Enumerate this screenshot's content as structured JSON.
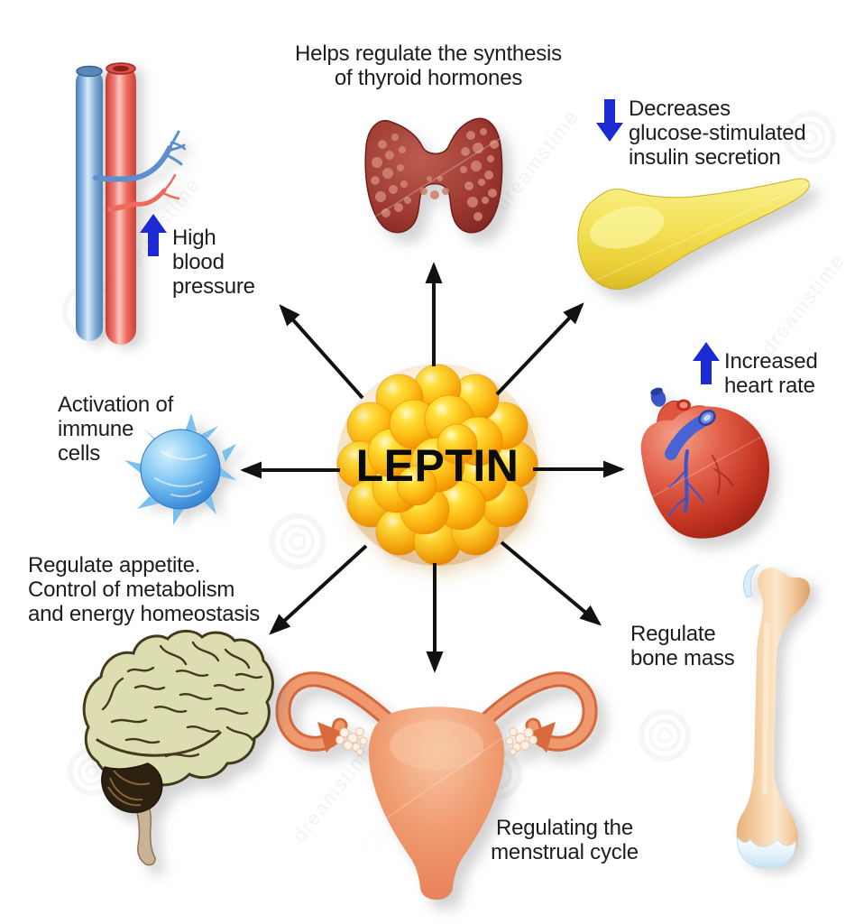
{
  "center": {
    "label": "LEPTIN",
    "icon": "fat-cell-cluster"
  },
  "effects": [
    {
      "id": "thyroid",
      "organ": "thyroid-gland",
      "direction": "up",
      "lines": [
        "Helps regulate the synthesis",
        "of thyroid hormones"
      ]
    },
    {
      "id": "pancreas",
      "organ": "pancreas",
      "direction": "up-right",
      "indicator": "decrease",
      "lines": [
        "Decreases",
        "glucose-stimulated",
        "insulin secretion"
      ]
    },
    {
      "id": "heart",
      "organ": "heart",
      "direction": "right",
      "indicator": "increase",
      "lines": [
        "Increased",
        "heart rate"
      ]
    },
    {
      "id": "bone",
      "organ": "femur-bone",
      "direction": "down-right",
      "lines": [
        "Regulate",
        "bone mass"
      ]
    },
    {
      "id": "uterus",
      "organ": "uterus",
      "direction": "down",
      "lines": [
        "Regulating the",
        "menstrual cycle"
      ]
    },
    {
      "id": "brain",
      "organ": "brain",
      "direction": "down-left",
      "lines": [
        "Regulate appetite.",
        "Control of metabolism",
        "and energy homeostasis"
      ]
    },
    {
      "id": "immune",
      "organ": "immune-cell",
      "direction": "left",
      "lines": [
        "Activation of",
        "immune",
        "cells"
      ]
    },
    {
      "id": "vessels",
      "organ": "blood-vessels",
      "direction": "up-left",
      "indicator": "increase",
      "lines": [
        "High",
        "blood",
        "pressure"
      ]
    }
  ],
  "colors": {
    "background": "#ffffff",
    "text": "#1d1d1b",
    "radial_arrow": "#111111",
    "indicator_blue": "#1b2ad2",
    "fat_cell_yellow": "#f9a800",
    "thyroid_red": "#9c3830",
    "pancreas_yellow": "#f3e155",
    "heart_red": "#c0392b",
    "bone_peach": "#f5c896",
    "cartilage_blue": "#d9edf8",
    "uterus_coral": "#ef9068",
    "brain_beige": "#dcddb0",
    "immune_blue": "#58a8e8",
    "vessel_blue": "#6fa3d8",
    "vessel_red": "#f0625c"
  },
  "watermark": {
    "text": "dreamstime"
  }
}
